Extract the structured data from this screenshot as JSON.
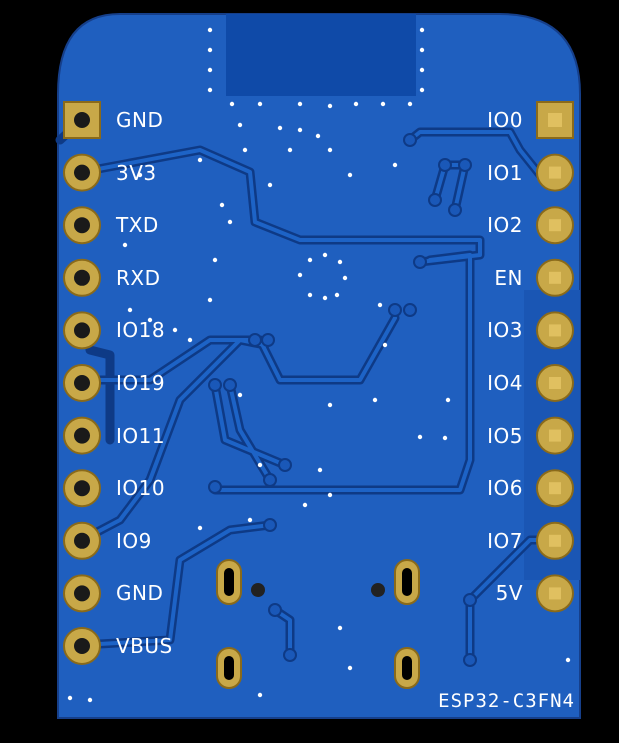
{
  "board": {
    "title": "ESP32-C3FN4",
    "colors": {
      "background": "#000000",
      "board": "#1f5fbf",
      "copper_pour": "#1550b0",
      "trace": "#1a58b8",
      "trace_edge": "#0e3a86",
      "silk": "#ffffff",
      "gold": "#c8a848",
      "gold_dark": "#8a6a1a",
      "via": "#ffffff"
    }
  },
  "left_header": {
    "pins": [
      "GND",
      "3V3",
      "TXD",
      "RXD",
      "IO18",
      "IO19",
      "IO11",
      "IO10",
      "IO9",
      "GND",
      "VBUS"
    ]
  },
  "right_header": {
    "pins": [
      "IO0",
      "IO1",
      "IO2",
      "EN",
      "IO3",
      "IO4",
      "IO5",
      "IO6",
      "IO7",
      "5V"
    ]
  }
}
